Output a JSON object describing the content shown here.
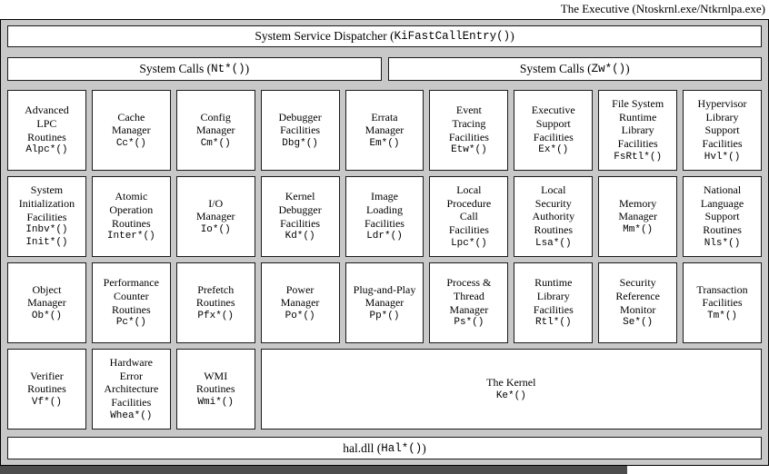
{
  "title": "The Executive (Ntoskrnl.exe/Ntkrnlpa.exe)",
  "dispatcher": {
    "prefix": "System Service Dispatcher (",
    "code": "KiFastCallEntry()",
    "suffix": ")"
  },
  "system_calls": [
    {
      "prefix": "System Calls (",
      "code": "Nt*()",
      "suffix": ")"
    },
    {
      "prefix": "System Calls (",
      "code": "Zw*()",
      "suffix": ")"
    }
  ],
  "hal": {
    "prefix": "hal.dll (",
    "code": "Hal*()",
    "suffix": ")"
  },
  "grid": {
    "cells": [
      {
        "name": "Advanced\nLPC\nRoutines",
        "code": "Alpc*()"
      },
      {
        "name": "Cache\nManager",
        "code": "Cc*()"
      },
      {
        "name": "Config\nManager",
        "code": "Cm*()"
      },
      {
        "name": "Debugger\nFacilities",
        "code": "Dbg*()"
      },
      {
        "name": "Errata\nManager",
        "code": "Em*()"
      },
      {
        "name": "Event\nTracing\nFacilities",
        "code": "Etw*()"
      },
      {
        "name": "Executive\nSupport\nFacilities",
        "code": "Ex*()"
      },
      {
        "name": "File System\nRuntime\nLibrary\nFacilities",
        "code": "FsRtl*()"
      },
      {
        "name": "Hypervisor\nLibrary\nSupport\nFacilities",
        "code": "Hvl*()"
      },
      {
        "name": "System\nInitialization\nFacilities",
        "code": "Inbv*()\nInit*()"
      },
      {
        "name": "Atomic\nOperation\nRoutines",
        "code": "Inter*()"
      },
      {
        "name": "I/O\nManager",
        "code": "Io*()"
      },
      {
        "name": "Kernel\nDebugger\nFacilities",
        "code": "Kd*()"
      },
      {
        "name": "Image\nLoading\nFacilities",
        "code": "Ldr*()"
      },
      {
        "name": "Local\nProcedure\nCall\nFacilities",
        "code": "Lpc*()"
      },
      {
        "name": "Local\nSecurity\nAuthority\nRoutines",
        "code": "Lsa*()"
      },
      {
        "name": "Memory\nManager",
        "code": "Mm*()"
      },
      {
        "name": "National\nLanguage\nSupport\nRoutines",
        "code": "Nls*()"
      },
      {
        "name": "Object\nManager",
        "code": "Ob*()"
      },
      {
        "name": "Performance\nCounter\nRoutines",
        "code": "Pc*()"
      },
      {
        "name": "Prefetch\nRoutines",
        "code": "Pfx*()"
      },
      {
        "name": "Power\nManager",
        "code": "Po*()"
      },
      {
        "name": "Plug-and-Play\nManager",
        "code": "Pp*()"
      },
      {
        "name": "Process &\nThread\nManager",
        "code": "Ps*()"
      },
      {
        "name": "Runtime\nLibrary\nFacilities",
        "code": "Rtl*()"
      },
      {
        "name": "Security\nReference\nMonitor",
        "code": "Se*()"
      },
      {
        "name": "Transaction\nFacilities",
        "code": "Tm*()"
      },
      {
        "name": "Verifier\nRoutines",
        "code": "Vf*()"
      },
      {
        "name": "Hardware\nError\nArchitecture\nFacilities",
        "code": "Whea*()"
      },
      {
        "name": "WMI\nRoutines",
        "code": "Wmi*()"
      },
      {
        "name": "The Kernel",
        "code": "Ke*()"
      }
    ]
  }
}
